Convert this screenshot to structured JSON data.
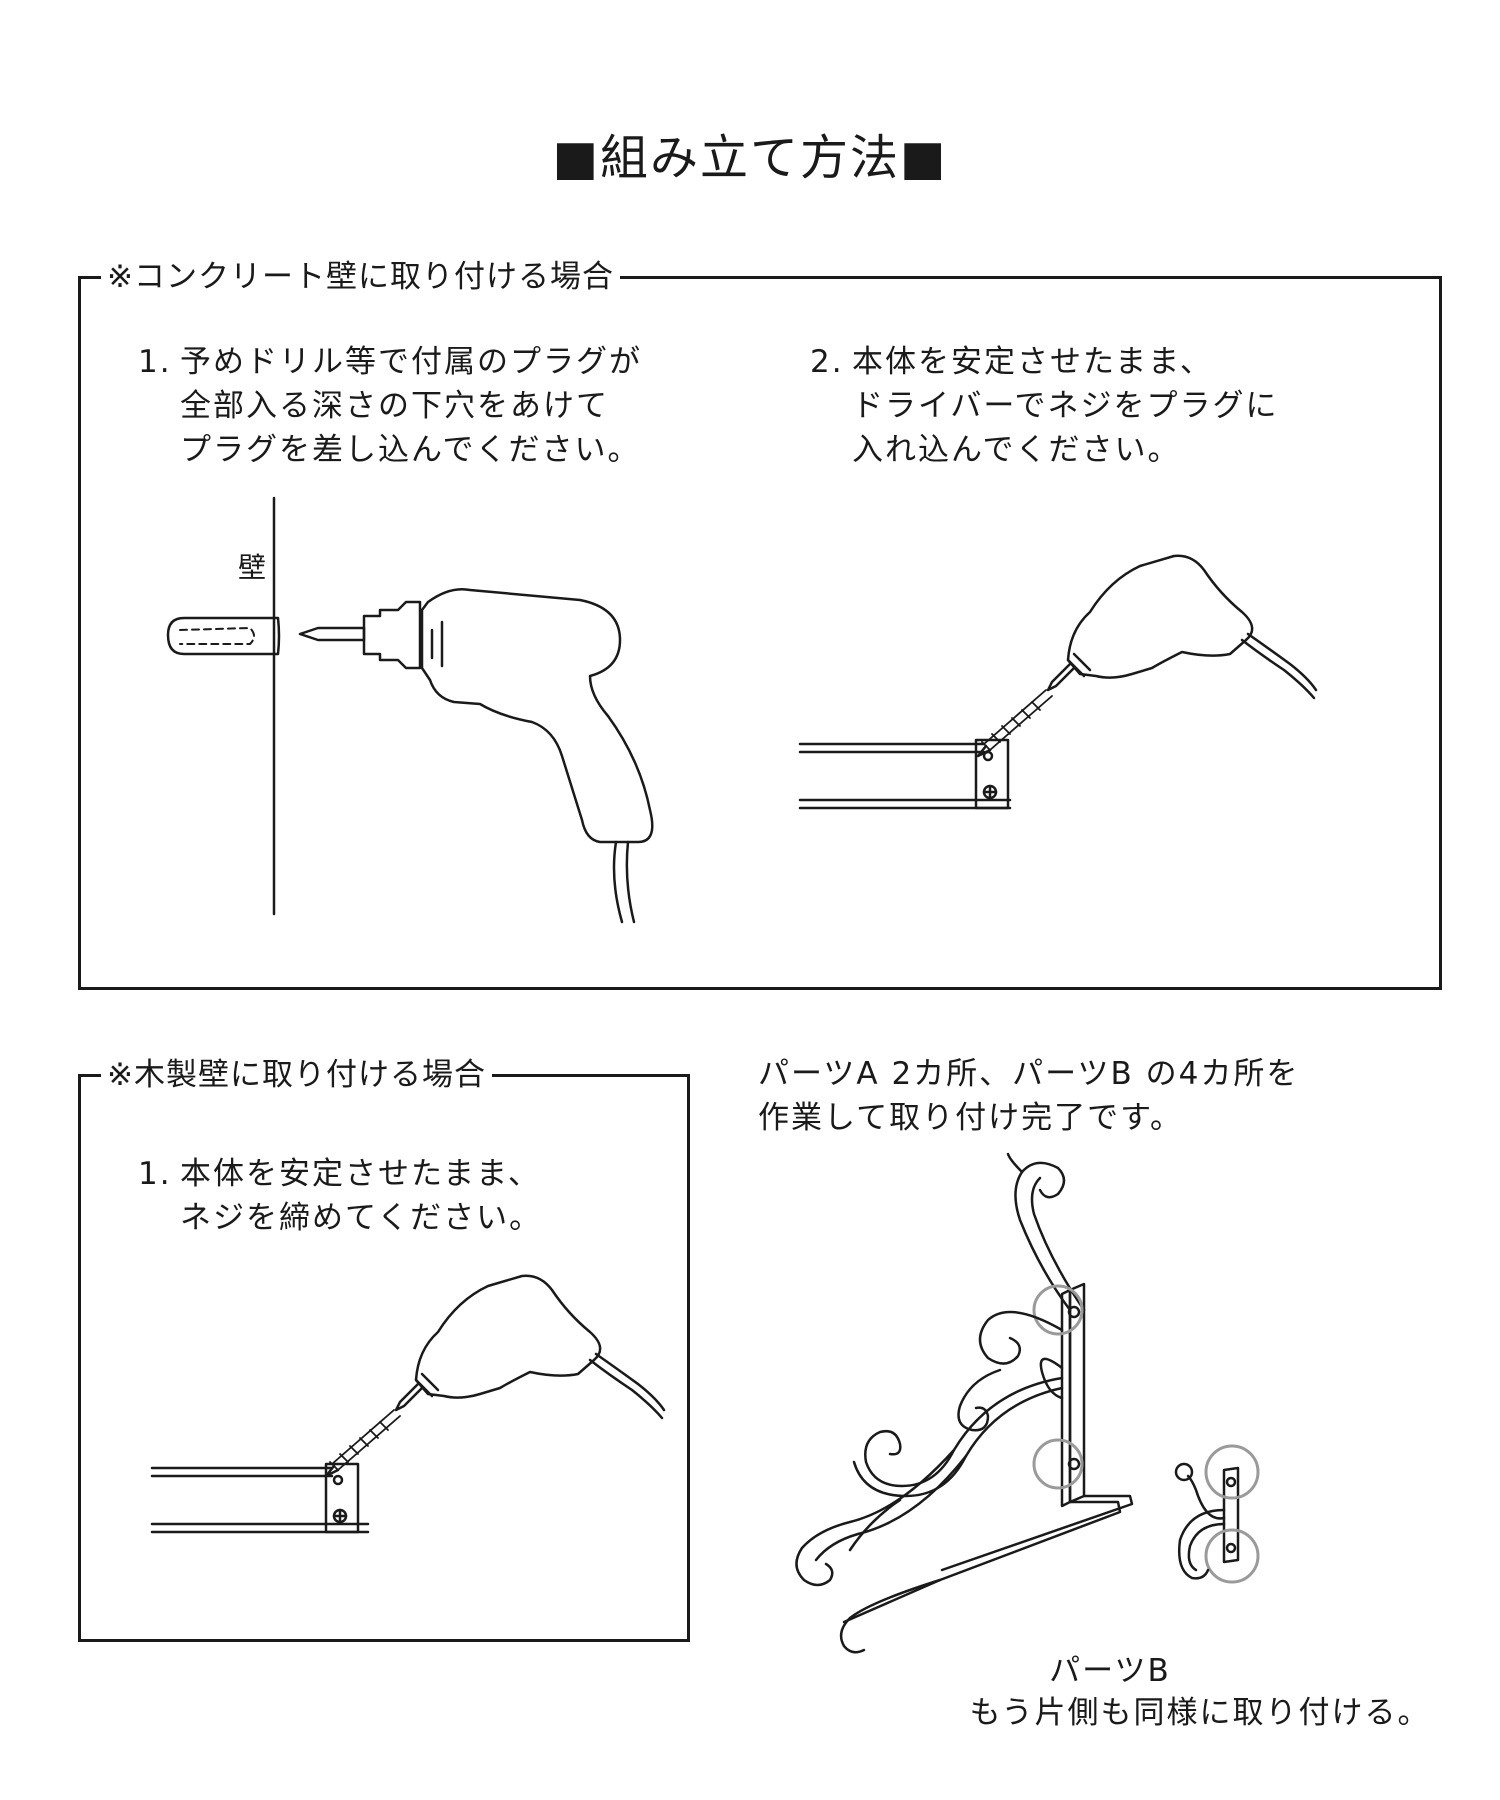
{
  "title": "■組み立て方法■",
  "concrete": {
    "heading": "※コンクリート壁に取り付ける場合",
    "step1": {
      "num": "1.",
      "lines": [
        "予めドリル等で付属のプラグが",
        "全部入る深さの下穴をあけて",
        "プラグを差し込んでください。"
      ]
    },
    "step2": {
      "num": "2.",
      "lines": [
        "本体を安定させたまま、",
        "ドライバーでネジをプラグに",
        "入れ込んでください。"
      ]
    },
    "wall_label": "壁"
  },
  "wood": {
    "heading": "※木製壁に取り付ける場合",
    "step1": {
      "num": "1.",
      "lines": [
        "本体を安定させたまま、",
        "ネジを締めてください。"
      ]
    }
  },
  "finish": {
    "lines": [
      "パーツA 2カ所、パーツB の4カ所を",
      "作業して取り付け完了です。"
    ]
  },
  "parts_b": {
    "label": "パーツB",
    "note": "もう片側も同様に取り付ける。"
  }
}
